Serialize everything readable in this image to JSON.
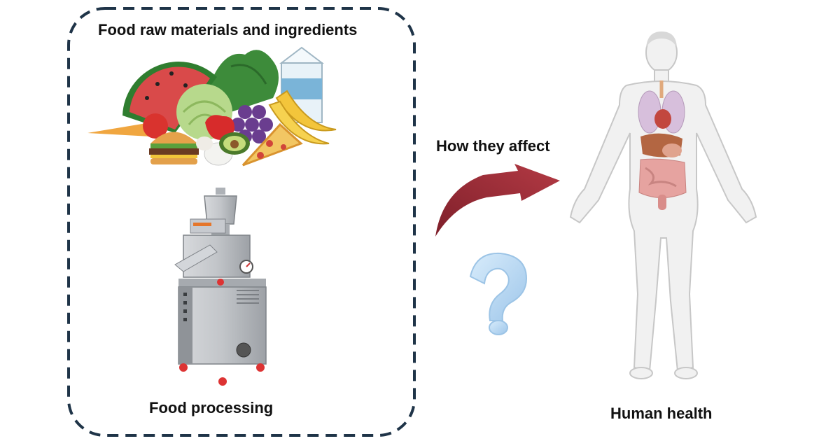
{
  "labels": {
    "raw_materials": "Food raw materials and ingredients",
    "processing": "Food processing",
    "affect": "How they affect",
    "health": "Human health"
  },
  "colors": {
    "frame": "#1f3448",
    "arrow": "#a3303a",
    "question": "#b7d6f2",
    "body": "#f1f1f1",
    "machine": "#b9bcc0"
  },
  "icons": {
    "food": "food-group-icon",
    "machine": "food-processing-machine-icon",
    "human": "human-body-icon",
    "question": "question-mark-icon",
    "arrow": "curved-arrow-icon"
  }
}
